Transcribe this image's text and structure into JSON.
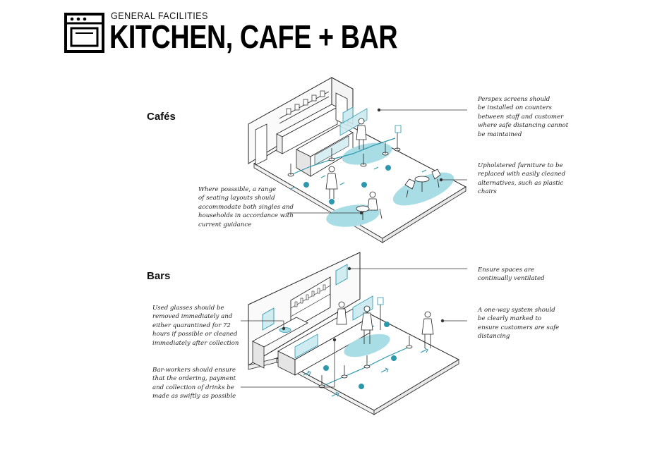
{
  "header": {
    "subtitle": "GENERAL FACILITIES",
    "title": "KITCHEN, CAFE + BAR",
    "icon": "oven-icon"
  },
  "sections": {
    "cafes": "Cafés",
    "bars": "Bars"
  },
  "cafe_notes": {
    "perspex": [
      "Perspex screens should",
      "be installed on counters",
      "between staff and customer",
      "where safe distancing cannot",
      "be maintained"
    ],
    "upholstered": [
      "Upholstered furniture to be",
      "replaced with easily cleaned",
      "alternatives, such as plastic",
      "chairs"
    ],
    "seating": [
      "Where posssible, a range",
      "of seating layouts should",
      "accommodate both singles and",
      "households in accordance with",
      "current guidance"
    ]
  },
  "bar_notes": {
    "ventilated": [
      "Ensure spaces are",
      "continually ventilated"
    ],
    "glasses": [
      "Used glasses should be",
      "removed immediately and",
      "either quarantined for 72",
      "hours if possible or cleaned",
      "immediately after collection"
    ],
    "one_way": [
      "A one-way system should",
      "be clearly marked to",
      "ensure customers are safe",
      "distancing"
    ],
    "bar_workers": [
      "Bar-workers should ensure",
      "that the ordering, payment",
      "and collection of drinks be",
      "made as swiftly as possible"
    ]
  },
  "colors": {
    "accent": "#a9dde6",
    "accent_dark": "#2d97ab",
    "line": "#222222"
  }
}
